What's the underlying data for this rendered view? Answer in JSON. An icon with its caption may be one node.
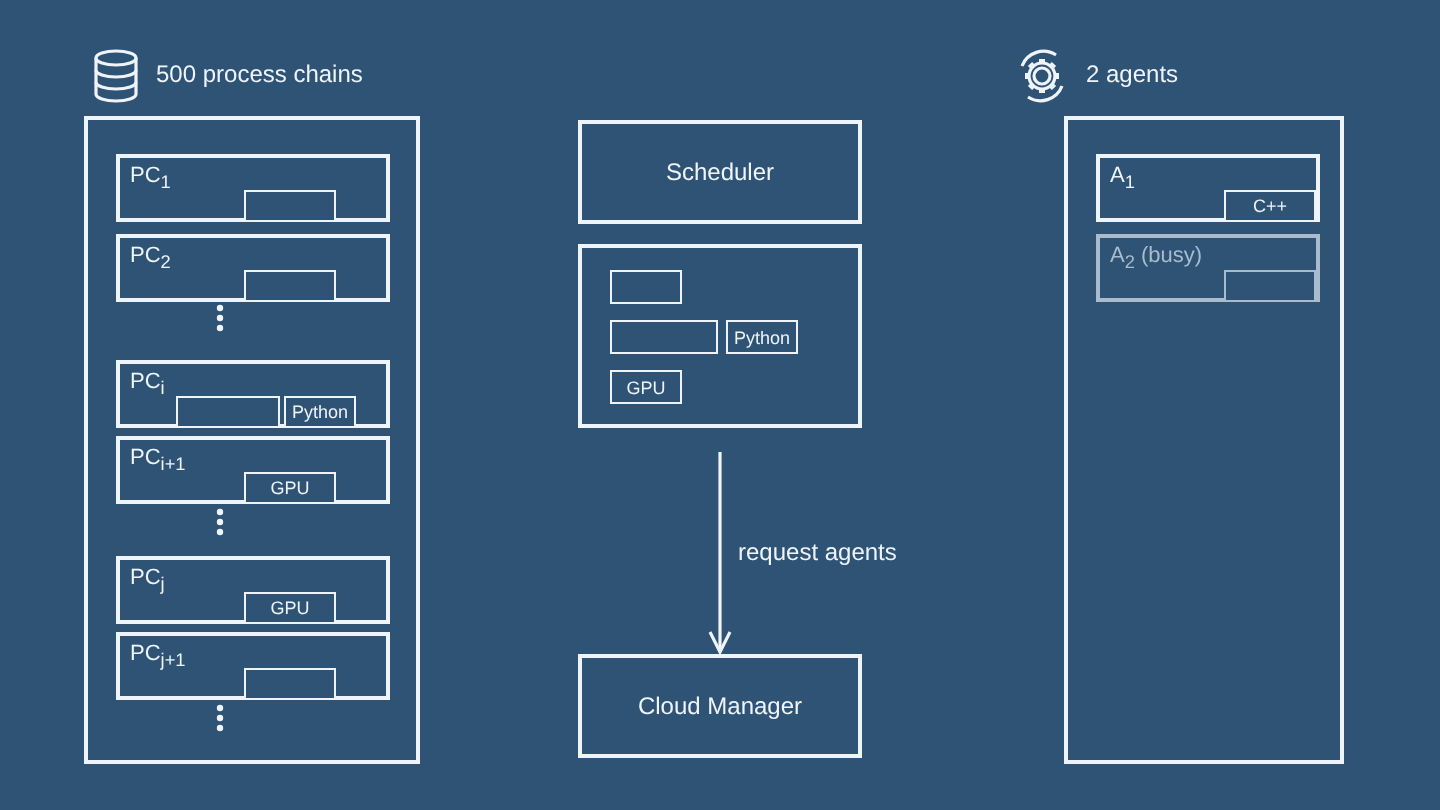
{
  "diagram": {
    "nodes": [
      {
        "text": [
          "500 process chains"
        ]
      },
      {
        "text": [
          "PC$_{1}$"
        ],
        "in": 0
      },
      {
        "text": [],
        "shape": "box",
        "in": 1
      },
      {
        "text": [
          "PC$_{2}$"
        ],
        "in": 0
      },
      {
        "text": [],
        "shape": "box",
        "in": 3
      },
      {
        "text": [
          "PC$_{i}$"
        ],
        "in": 0
      },
      {
        "text": [],
        "shape": "box",
        "in": 5
      },
      {
        "text": [
          "Python"
        ],
        "in": 5
      },
      {
        "text": [
          "PC$_{i+1}$"
        ],
        "in": 0
      },
      {
        "text": [
          "GPU"
        ],
        "in": 8
      },
      {
        "text": [
          "PC$_{j}$"
        ],
        "in": 0
      },
      {
        "text": [
          "GPU"
        ],
        "in": 10
      },
      {
        "text": [
          "PC$_{j+1}$"
        ],
        "in": 0
      },
      {
        "text": [],
        "shape": "box",
        "in": 12
      },
      {
        "text": [
          "Scheduler"
        ]
      },
      {
        "text": [],
        "shape": "box"
      },
      {
        "text": [],
        "shape": "box",
        "in": 15
      },
      {
        "text": [],
        "shape": "box",
        "in": 15
      },
      {
        "text": [
          "Python"
        ],
        "in": 15
      },
      {
        "text": [
          "GPU"
        ],
        "in": 15
      },
      {
        "text": [
          "Cloud Manager"
        ]
      },
      {
        "text": [
          "2 agents"
        ]
      },
      {
        "text": [
          "A$_{1}$"
        ],
        "in": 21
      },
      {
        "text": [
          "C++"
        ],
        "in": 22
      },
      {
        "text": [
          "A$_{2}$ (busy)"
        ],
        "in": 21
      },
      {
        "text": [],
        "shape": "box",
        "in": 24
      }
    ],
    "edges": [
      {
        "from": 15,
        "to": 20,
        "arrow": "to",
        "label": "request agents"
      }
    ]
  }
}
